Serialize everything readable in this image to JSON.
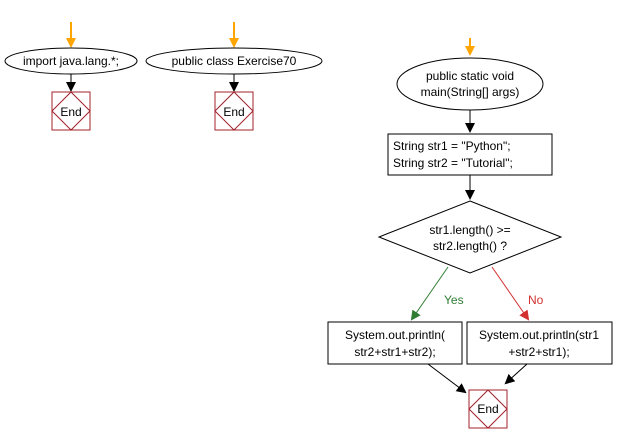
{
  "diagram": {
    "colors": {
      "stroke": "#000000",
      "end_stroke": "#a0202a",
      "end_fill": "#ffffff",
      "start_marker": "#ffa500",
      "yes_edge": "#2e7d32",
      "no_edge": "#d32f2f",
      "background": "#ffffff"
    },
    "flow1": {
      "start": "import java.lang.*;",
      "end": "End"
    },
    "flow2": {
      "start": "public class Exercise70",
      "end": "End"
    },
    "flow3": {
      "start_line1": "public static void",
      "start_line2": "main(String[] args)",
      "assign_line1": "String str1 = \"Python\";",
      "assign_line2": "String str2 = \"Tutorial\";",
      "decision_line1": "str1.length() >=",
      "decision_line2": "str2.length() ?",
      "yes_label": "Yes",
      "no_label": "No",
      "yes_line1": "System.out.println(",
      "yes_line2": "str2+str1+str2);",
      "no_line1": "System.out.println(str1",
      "no_line2": "+str2+str1);",
      "end": "End"
    }
  }
}
